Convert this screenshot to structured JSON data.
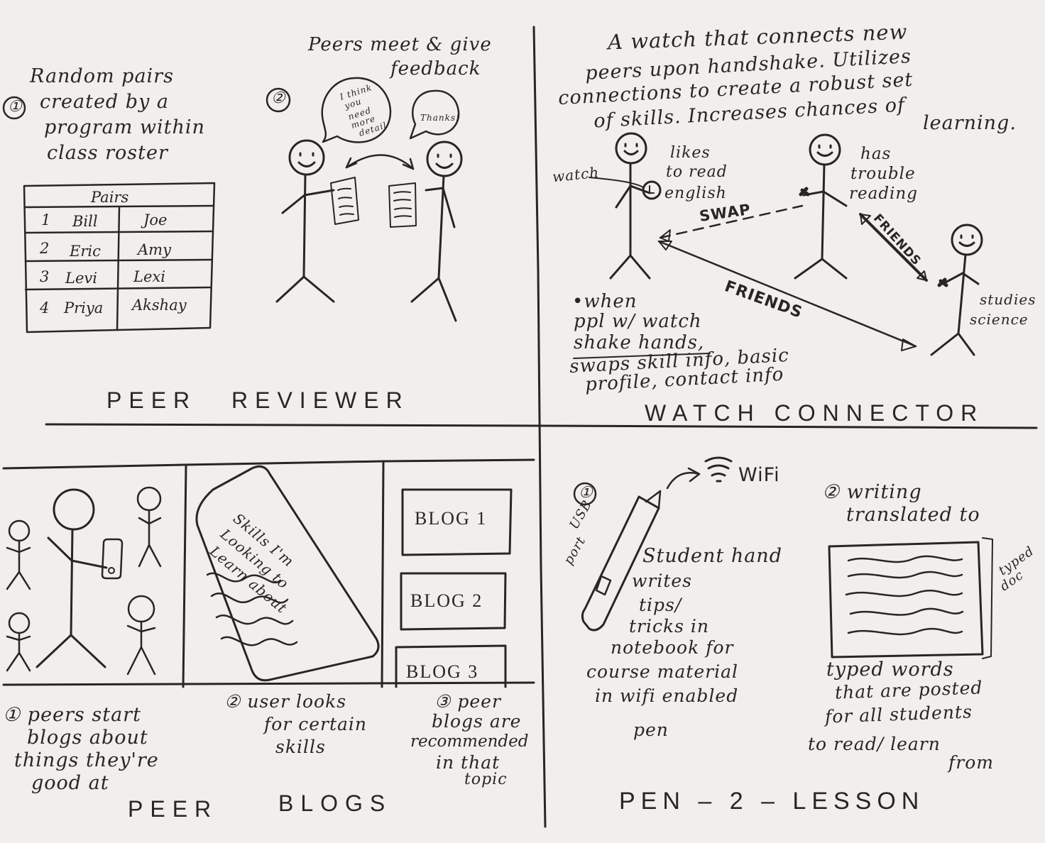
{
  "peer_reviewer": {
    "step1": "①",
    "step1_lines": [
      "Random pairs",
      "created by a",
      "program within",
      "class roster"
    ],
    "table_title": "Pairs",
    "rows": [
      {
        "num": "1",
        "a": "Bill",
        "b": "Joe"
      },
      {
        "num": "2",
        "a": "Eric",
        "b": "Amy"
      },
      {
        "num": "3",
        "a": "Levi",
        "b": "Lexi"
      },
      {
        "num": "4",
        "a": "Priya",
        "b": "Akshay"
      }
    ],
    "step2": "②",
    "step2_lines": [
      "Peers meet & give",
      "feedback"
    ],
    "bubble_left": [
      "I think",
      "you",
      "need",
      "more",
      "detail"
    ],
    "bubble_right": "Thanks!",
    "title_left": "PEER",
    "title_right": "REVIEWER"
  },
  "watch_connector": {
    "desc_lines": [
      "A watch that connects new",
      "peers upon handshake. Utilizes",
      "connections to create a robust set",
      "of skills. Increases chances of",
      "learning."
    ],
    "watch_label": "watch",
    "person1": [
      "likes",
      "to read",
      "english"
    ],
    "person2": [
      "has",
      "trouble",
      "reading"
    ],
    "person3": [
      "studies",
      "science"
    ],
    "swap": "SWAP",
    "friends_short": "FRIENDS",
    "friends_long": "FRIENDS",
    "when_lines": [
      "•when",
      "ppl w/ watch",
      "shake hands,",
      "swaps skill info, basic",
      "profile, contact info"
    ],
    "title": "WATCH CONNECTOR"
  },
  "peer_blogs": {
    "tablet_lines": [
      "Skills I'm",
      "Looking to",
      "Learn about"
    ],
    "blogs": [
      "BLOG 1",
      "BLOG 2",
      "BLOG 3"
    ],
    "cap1": [
      "① peers start",
      "blogs about",
      "things they're",
      "good at"
    ],
    "cap2": [
      "② user looks",
      "for certain",
      "skills"
    ],
    "cap3": [
      "③ peer",
      "blogs are",
      "recommended",
      "in that",
      "topic"
    ],
    "title_left": "PEER",
    "title_right": "BLOGS"
  },
  "pen_lesson": {
    "step1": "①",
    "wifi": "WiFi",
    "usb": [
      "USB",
      "port"
    ],
    "pen_lines": [
      "Student hand",
      "writes",
      "tips/",
      "tricks in",
      "notebook for",
      "course material",
      "in wifi enabled",
      "pen"
    ],
    "step2_lines": [
      "② writing",
      "translated to"
    ],
    "typed_doc": [
      "typed",
      "doc"
    ],
    "typed_lines": [
      "typed words",
      "that are posted",
      "for all students",
      "to read/ learn",
      "from"
    ],
    "title": "PEN – 2 – LESSON"
  }
}
